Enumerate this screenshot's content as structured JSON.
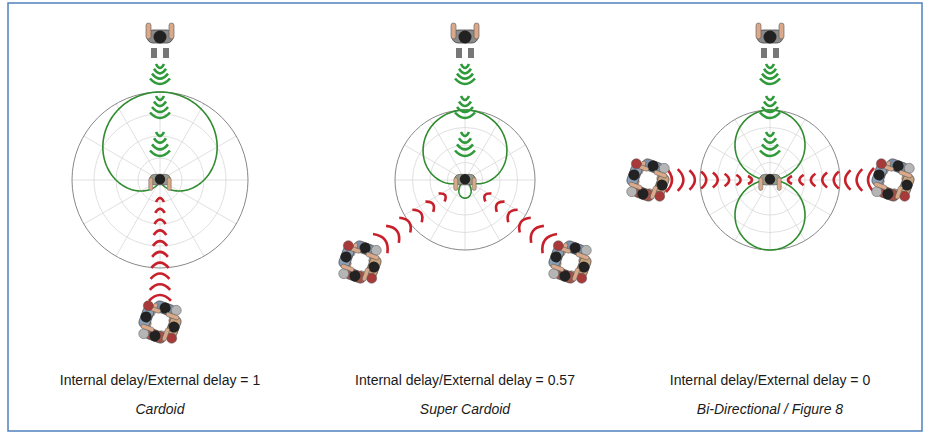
{
  "diagram": {
    "labels": [
      "Internal delay/External delay = 1",
      "Cardoid",
      "Internal delay/External delay = 0.57",
      "Super Cardoid",
      "Internal delay/External delay = 0",
      "Bi-Directional / Figure 8"
    ]
  }
}
